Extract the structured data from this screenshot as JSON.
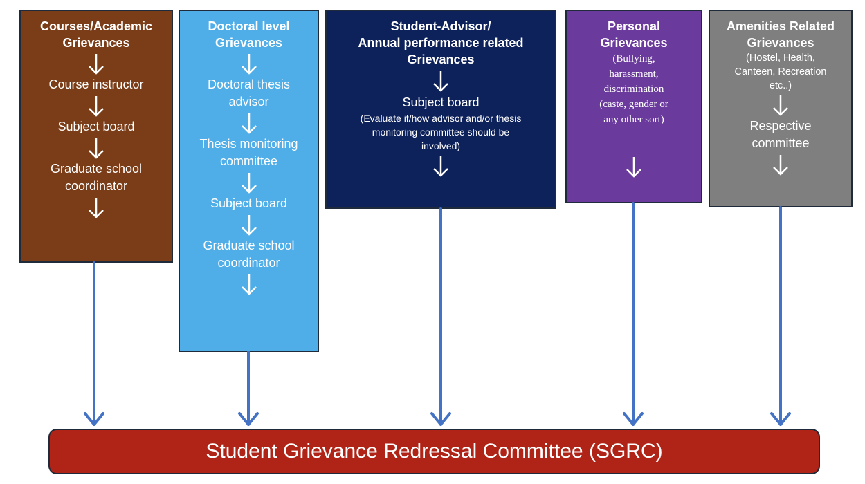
{
  "columns": {
    "courses": {
      "title_line1": "Courses/Academic",
      "title_line2": "Grievances",
      "step1": "Course instructor",
      "step2": "Subject board",
      "step3_line1": "Graduate school",
      "step3_line2": "coordinator"
    },
    "doctoral": {
      "title_line1": "Doctoral level",
      "title_line2": "Grievances",
      "step1_line1": "Doctoral thesis",
      "step1_line2": "advisor",
      "step2_line1": "Thesis monitoring",
      "step2_line2": "committee",
      "step3": "Subject board",
      "step4_line1": "Graduate school",
      "step4_line2": "coordinator"
    },
    "advisor": {
      "title_line1": "Student-Advisor/",
      "title_line2": "Annual performance related",
      "title_line3": "Grievances",
      "step1": "Subject board",
      "note_line1": "(Evaluate if/how advisor and/or thesis",
      "note_line2": "monitoring committee should be",
      "note_line3": "involved)"
    },
    "personal": {
      "title_line1": "Personal",
      "title_line2": "Grievances",
      "note_line1": "(Bullying,",
      "note_line2": "harassment,",
      "note_line3": "discrimination",
      "note_line4": "(caste, gender or",
      "note_line5": "any other sort)"
    },
    "amenities": {
      "title_line1": "Amenities Related",
      "title_line2": "Grievances",
      "note_line1": "(Hostel, Health,",
      "note_line2": "Canteen, Recreation",
      "note_line3": "etc..)",
      "step1_line1": "Respective",
      "step1_line2": "committee"
    }
  },
  "destination": {
    "label": "Student Grievance Redressal Committee (SGRC)"
  },
  "colors": {
    "courses": "#7a3d18",
    "doctoral": "#4fade8",
    "advisor": "#0d215a",
    "personal": "#6a3a9c",
    "amenities": "#7f7f7f",
    "sgrc": "#b02418",
    "connector": "#4472c4"
  }
}
